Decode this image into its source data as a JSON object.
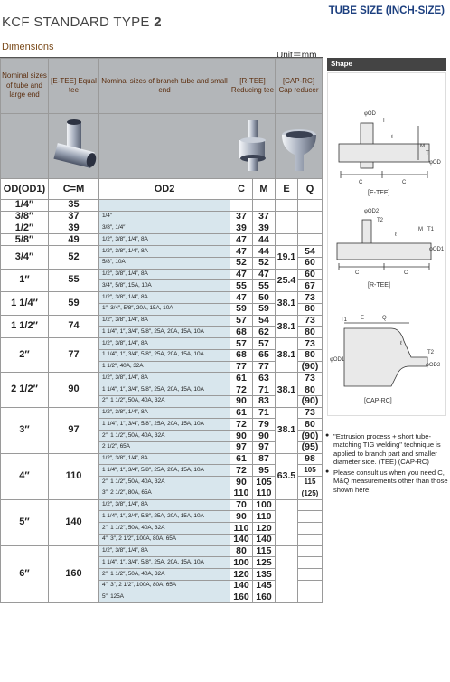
{
  "header": {
    "title_prefix": "KCF STANDARD TYPE ",
    "title_num": "2",
    "tube_size": "TUBE SIZE (INCH-SIZE)",
    "dimensions": "Dimensions",
    "unit": "Unit＝mm"
  },
  "columns": {
    "nominal_large": "Nominal sizes of tube and large end",
    "etee": "[E-TEE] Equal tee",
    "nominal_branch": "Nominal sizes of branch tube and small end",
    "rtee": "[R-TEE] Reducing tee",
    "caprc": "[CAP-RC] Cap reducer",
    "od": "OD(OD1)",
    "cm": "C=M",
    "od2": "OD2",
    "c": "C",
    "m": "M",
    "e": "E",
    "q": "Q"
  },
  "shape": {
    "label": "Shape",
    "etee": "[E-TEE]",
    "rtee": "[R-TEE]",
    "caprc": "[CAP-RC]",
    "lbl_od": "φOD",
    "lbl_t": "T",
    "lbl_m": "M",
    "lbl_c": "C",
    "lbl_l": "ℓ",
    "lbl_od2": "φOD2",
    "lbl_t2": "T2",
    "lbl_t1": "T1",
    "lbl_od1": "φOD1",
    "lbl_e": "E",
    "lbl_q": "Q"
  },
  "notes": [
    "\"Extrusion process + short tube-matching TIG welding\" technique is applied to branch part and smaller diameter side. (TEE) (CAP-RC)",
    "Please consult us when you need C, M&Q measurements other than those shown here."
  ],
  "rows": [
    {
      "od": "1/4″",
      "cm": "35",
      "od2": "",
      "c": "",
      "m": "",
      "e": "",
      "q": ""
    },
    {
      "od": "3/8″",
      "cm": "37",
      "od2": "1/4″",
      "c": "37",
      "m": "37",
      "e": "",
      "q": ""
    },
    {
      "od": "1/2″",
      "cm": "39",
      "od2": "3/8″, 1/4″",
      "c": "39",
      "m": "39",
      "e": "",
      "q": ""
    },
    {
      "od": "5/8″",
      "cm": "49",
      "od2": "1/2″, 3/8″, 1/4″, 8A",
      "c": "47",
      "m": "44",
      "e": "",
      "q": ""
    },
    {
      "od": "3/4″",
      "cm": "52",
      "od2": "1/2″, 3/8″, 1/4″, 8A",
      "c": "47",
      "m": "44",
      "e": "19.1",
      "q": "54"
    },
    {
      "od": "",
      "cm": "",
      "od2": "5/8″, 10A",
      "c": "52",
      "m": "52",
      "e": "",
      "q": "60"
    },
    {
      "od": "1″",
      "cm": "55",
      "od2": "1/2″, 3/8″, 1/4″, 8A",
      "c": "47",
      "m": "47",
      "e": "25.4",
      "q": "60"
    },
    {
      "od": "",
      "cm": "",
      "od2": "3/4″, 5/8″, 15A, 10A",
      "c": "55",
      "m": "55",
      "e": "",
      "q": "67"
    },
    {
      "od": "1 1/4″",
      "cm": "59",
      "od2": "1/2″, 3/8″, 1/4″, 8A",
      "c": "47",
      "m": "50",
      "e": "38.1",
      "q": "73"
    },
    {
      "od": "",
      "cm": "",
      "od2": "1″, 3/4″, 5/8″, 20A, 15A, 10A",
      "c": "59",
      "m": "59",
      "e": "",
      "q": "80"
    },
    {
      "od": "1 1/2″",
      "cm": "74",
      "od2": "1/2″, 3/8″, 1/4″, 8A",
      "c": "57",
      "m": "54",
      "e": "38.1",
      "q": "73"
    },
    {
      "od": "",
      "cm": "",
      "od2": "1 1/4″, 1″, 3/4″, 5/8″, 25A, 20A, 15A, 10A",
      "c": "68",
      "m": "62",
      "e": "",
      "q": "80"
    },
    {
      "od": "2″",
      "cm": "77",
      "od2": "1/2″, 3/8″, 1/4″, 8A",
      "c": "57",
      "m": "57",
      "e": "38.1",
      "q": "73"
    },
    {
      "od": "",
      "cm": "",
      "od2": "1 1/4″, 1″, 3/4″, 5/8″, 25A, 20A, 15A, 10A",
      "c": "68",
      "m": "65",
      "e": "",
      "q": "80"
    },
    {
      "od": "",
      "cm": "",
      "od2": "1 1/2″, 40A, 32A",
      "c": "77",
      "m": "77",
      "e": "",
      "q": "(90)"
    },
    {
      "od": "2 1/2″",
      "cm": "90",
      "od2": "1/2″, 3/8″, 1/4″, 8A",
      "c": "61",
      "m": "63",
      "e": "38.1",
      "q": "73"
    },
    {
      "od": "",
      "cm": "",
      "od2": "1 1/4″, 1″, 3/4″, 5/8″, 25A, 20A, 15A, 10A",
      "c": "72",
      "m": "71",
      "e": "",
      "q": "80"
    },
    {
      "od": "",
      "cm": "",
      "od2": "2″, 1 1/2″, 50A, 40A, 32A",
      "c": "90",
      "m": "83",
      "e": "",
      "q": "(90)"
    },
    {
      "od": "3″",
      "cm": "97",
      "od2": "1/2″, 3/8″, 1/4″, 8A",
      "c": "61",
      "m": "71",
      "e": "38.1",
      "q": "73"
    },
    {
      "od": "",
      "cm": "",
      "od2": "1 1/4″, 1″, 3/4″, 5/8″, 25A, 20A, 15A, 10A",
      "c": "72",
      "m": "79",
      "e": "",
      "q": "80"
    },
    {
      "od": "",
      "cm": "",
      "od2": "2″, 1 1/2″, 50A, 40A, 32A",
      "c": "90",
      "m": "90",
      "e": "",
      "q": "(90)"
    },
    {
      "od": "",
      "cm": "",
      "od2": "2 1/2″, 65A",
      "c": "97",
      "m": "97",
      "e": "",
      "q": "(95)"
    },
    {
      "od": "4″",
      "cm": "110",
      "od2": "1/2″, 3/8″, 1/4″, 8A",
      "c": "61",
      "m": "87",
      "e": "63.5",
      "q": "98"
    },
    {
      "od": "",
      "cm": "",
      "od2": "1 1/4″, 1″, 3/4″, 5/8″, 25A, 20A, 15A, 10A",
      "c": "72",
      "m": "95",
      "e": "",
      "q": "105"
    },
    {
      "od": "",
      "cm": "",
      "od2": "2″, 1 1/2″, 50A, 40A, 32A",
      "c": "90",
      "m": "105",
      "e": "",
      "q": "115"
    },
    {
      "od": "",
      "cm": "",
      "od2": "3″, 2 1/2″, 80A, 65A",
      "c": "110",
      "m": "110",
      "e": "",
      "q": "(125)"
    },
    {
      "od": "5″",
      "cm": "140",
      "od2": "1/2″, 3/8″, 1/4″, 8A",
      "c": "70",
      "m": "100",
      "e": "",
      "q": ""
    },
    {
      "od": "",
      "cm": "",
      "od2": "1 1/4″, 1″, 3/4″, 5/8″, 25A, 20A, 15A, 10A",
      "c": "90",
      "m": "110",
      "e": "",
      "q": ""
    },
    {
      "od": "",
      "cm": "",
      "od2": "2″, 1 1/2″, 50A, 40A, 32A",
      "c": "110",
      "m": "120",
      "e": "",
      "q": ""
    },
    {
      "od": "",
      "cm": "",
      "od2": "4″, 3″, 2 1/2″, 100A, 80A, 65A",
      "c": "140",
      "m": "140",
      "e": "",
      "q": ""
    },
    {
      "od": "6″",
      "cm": "160",
      "od2": "1/2″, 3/8″, 1/4″, 8A",
      "c": "80",
      "m": "115",
      "e": "",
      "q": ""
    },
    {
      "od": "",
      "cm": "",
      "od2": "1 1/4″, 1″, 3/4″, 5/8″, 25A, 20A, 15A, 10A",
      "c": "100",
      "m": "125",
      "e": "",
      "q": ""
    },
    {
      "od": "",
      "cm": "",
      "od2": "2″, 1 1/2″, 50A, 40A, 32A",
      "c": "120",
      "m": "135",
      "e": "",
      "q": ""
    },
    {
      "od": "",
      "cm": "",
      "od2": "4″, 3″, 2 1/2″, 100A, 80A, 65A",
      "c": "140",
      "m": "145",
      "e": "",
      "q": ""
    },
    {
      "od": "",
      "cm": "",
      "od2": "5″, 125A",
      "c": "160",
      "m": "160",
      "e": "",
      "q": ""
    }
  ]
}
